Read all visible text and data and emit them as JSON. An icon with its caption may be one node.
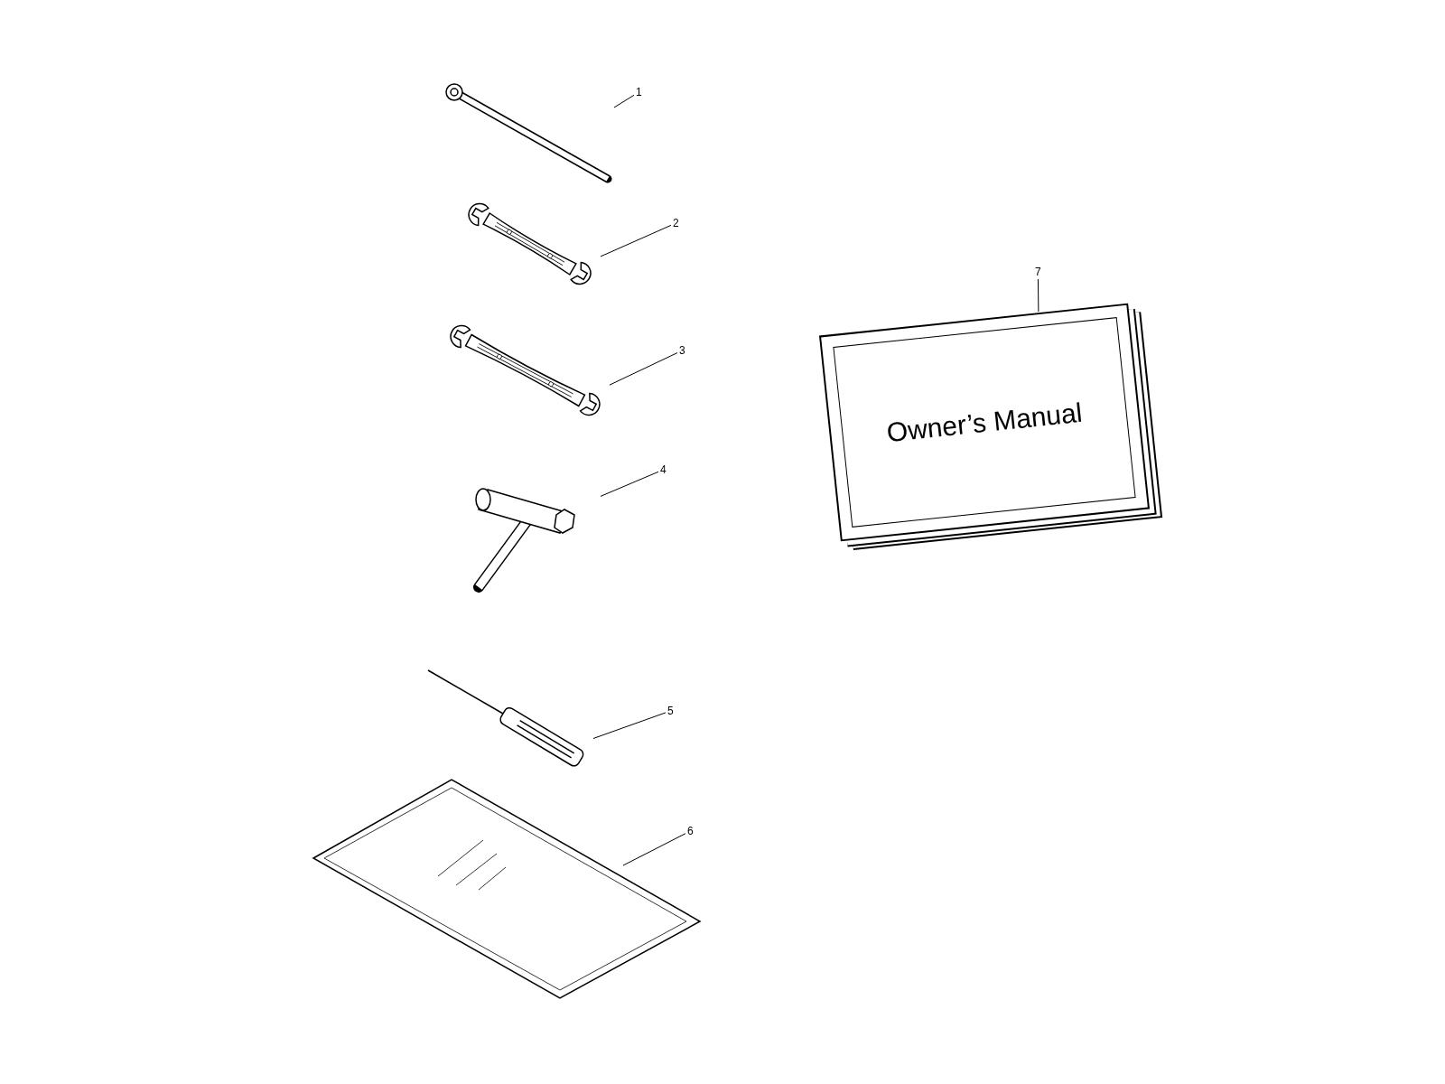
{
  "diagram": {
    "nodes": [
      {
        "text": [
          "1"
        ]
      },
      {
        "text": [],
        "shape": "picture"
      },
      {
        "text": [
          "2"
        ]
      },
      {
        "text": [],
        "shape": "picture"
      },
      {
        "text": [
          "3"
        ]
      },
      {
        "text": [],
        "shape": "picture"
      },
      {
        "text": [
          "4"
        ]
      },
      {
        "text": [],
        "shape": "picture"
      },
      {
        "text": [
          "5"
        ]
      },
      {
        "text": [],
        "shape": "picture"
      },
      {
        "text": [
          "6"
        ]
      },
      {
        "text": [],
        "shape": "picture"
      },
      {
        "text": [
          "7"
        ]
      },
      {
        "text": [
          "Owner’s Manual"
        ]
      }
    ],
    "edges": [
      {
        "from": 0,
        "to": 1,
        "arrow": "none"
      },
      {
        "from": 2,
        "to": 3,
        "arrow": "none"
      },
      {
        "from": 4,
        "to": 5,
        "arrow": "none"
      },
      {
        "from": 6,
        "to": 7,
        "arrow": "none"
      },
      {
        "from": 8,
        "to": 9,
        "arrow": "none"
      },
      {
        "from": 10,
        "to": 11,
        "arrow": "none"
      },
      {
        "from": 12,
        "to": 13,
        "arrow": "none"
      }
    ]
  }
}
